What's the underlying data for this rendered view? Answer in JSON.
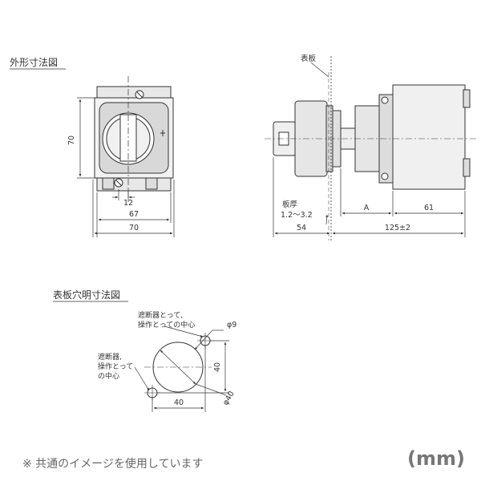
{
  "headings": {
    "outline": "外形寸法図",
    "panel_cutout": "表板穴明寸法図"
  },
  "front_view": {
    "dim_height": "70",
    "dim_shaft": "12",
    "dim_width_inner": "67",
    "dim_width_outer": "70"
  },
  "side_view": {
    "label_panel": "表板",
    "label_thickness": "板厚",
    "thickness_range": "1.2～3.2",
    "dim_a": "A",
    "dim_61": "61",
    "dim_54": "54",
    "dim_total": "125±2"
  },
  "cutout": {
    "note_upper": [
      "遮断器とって,",
      "操作とっての中心"
    ],
    "note_left": [
      "遮断器,",
      "操作とって",
      "の中心"
    ],
    "dim_hole": "φ9",
    "dim_vertical": "40",
    "dim_horizontal": "40",
    "dim_circle": "φ40"
  },
  "footer_note": "※ 共通のイメージを使用しています",
  "unit_label": "(mm)"
}
